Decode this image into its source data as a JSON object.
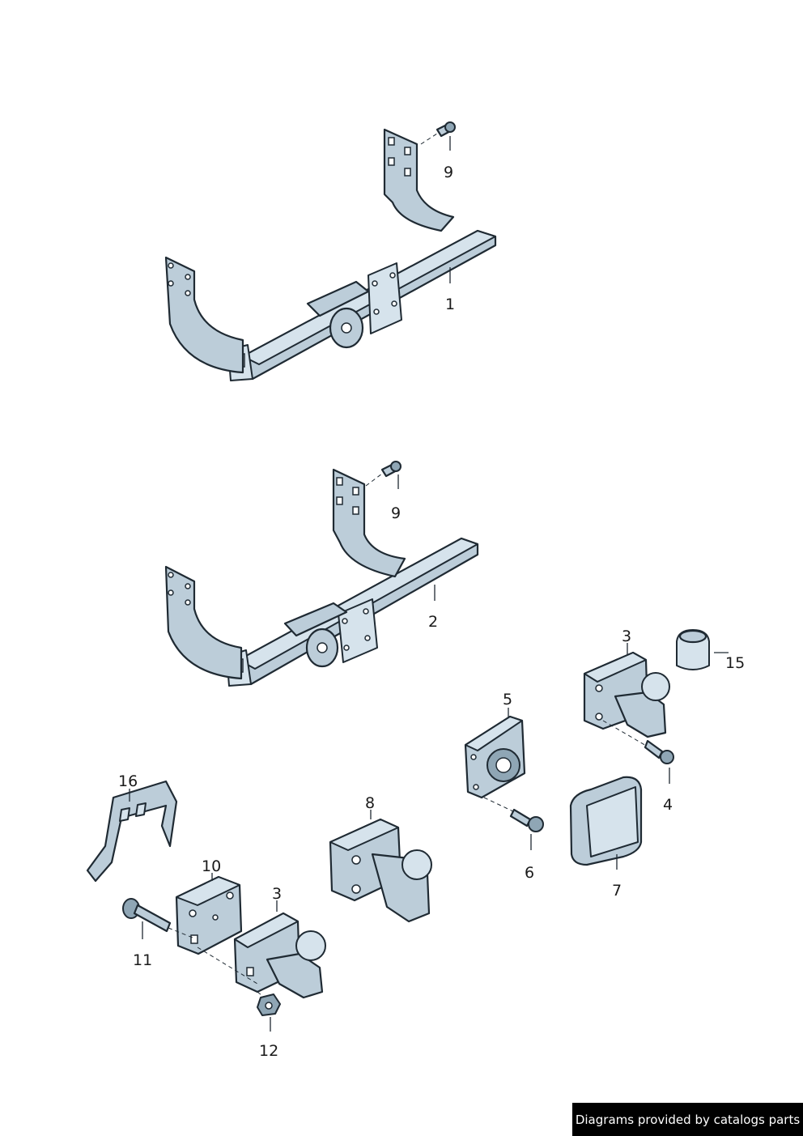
{
  "callouts": {
    "c1": "1",
    "c2": "2",
    "c3a": "3",
    "c3b": "3",
    "c4": "4",
    "c5": "5",
    "c6": "6",
    "c7": "7",
    "c8": "8",
    "c9a": "9",
    "c9b": "9",
    "c10": "10",
    "c11": "11",
    "c12": "12",
    "c15": "15",
    "c16": "16"
  },
  "credit": "Diagrams provided by catalogs parts",
  "colors": {
    "part_fill": "#bccdd9",
    "outline": "#1f2a33",
    "credit_bg": "#000000",
    "credit_text": "#ffffff"
  }
}
